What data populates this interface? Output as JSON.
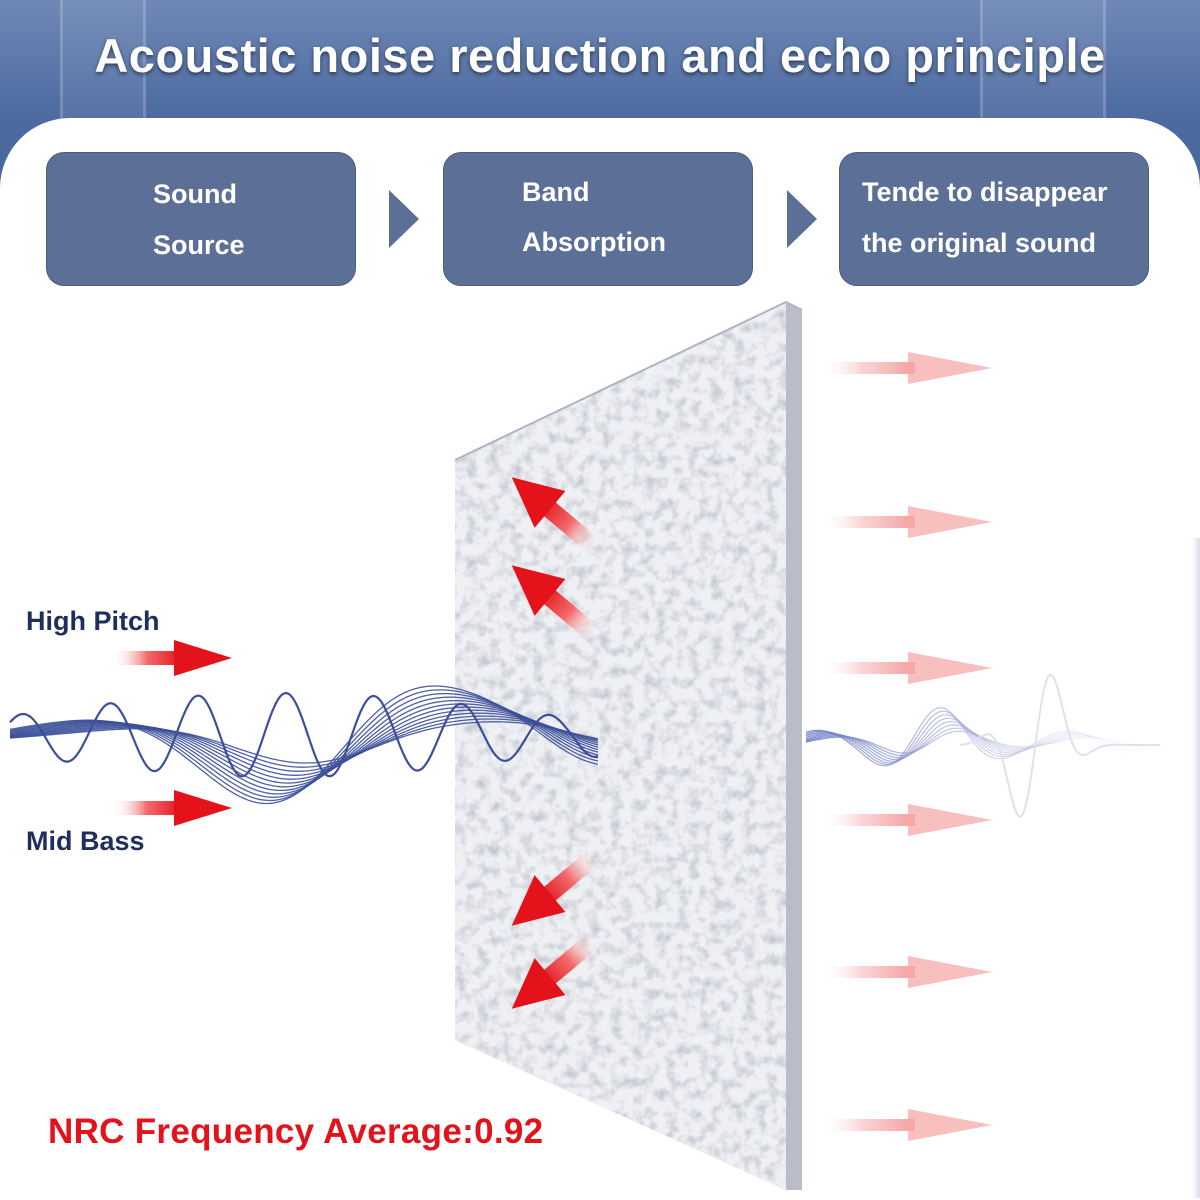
{
  "title": "Acoustic noise reduction and echo principle",
  "steps": [
    {
      "line1": "Sound",
      "line2": "Source"
    },
    {
      "line1": "Band",
      "line2": "Absorption"
    },
    {
      "line1": "Tende to disappear",
      "line2": "the original sound"
    }
  ],
  "labels": {
    "high_pitch": "High Pitch",
    "mid_bass": "Mid Bass"
  },
  "nrc_text": "NRC Frequency Average:0.92",
  "colors": {
    "accent_red": "#e3121b",
    "step_box": "#5c6f96",
    "wave": "#3c4f99",
    "panel": "#f1f2f5"
  }
}
